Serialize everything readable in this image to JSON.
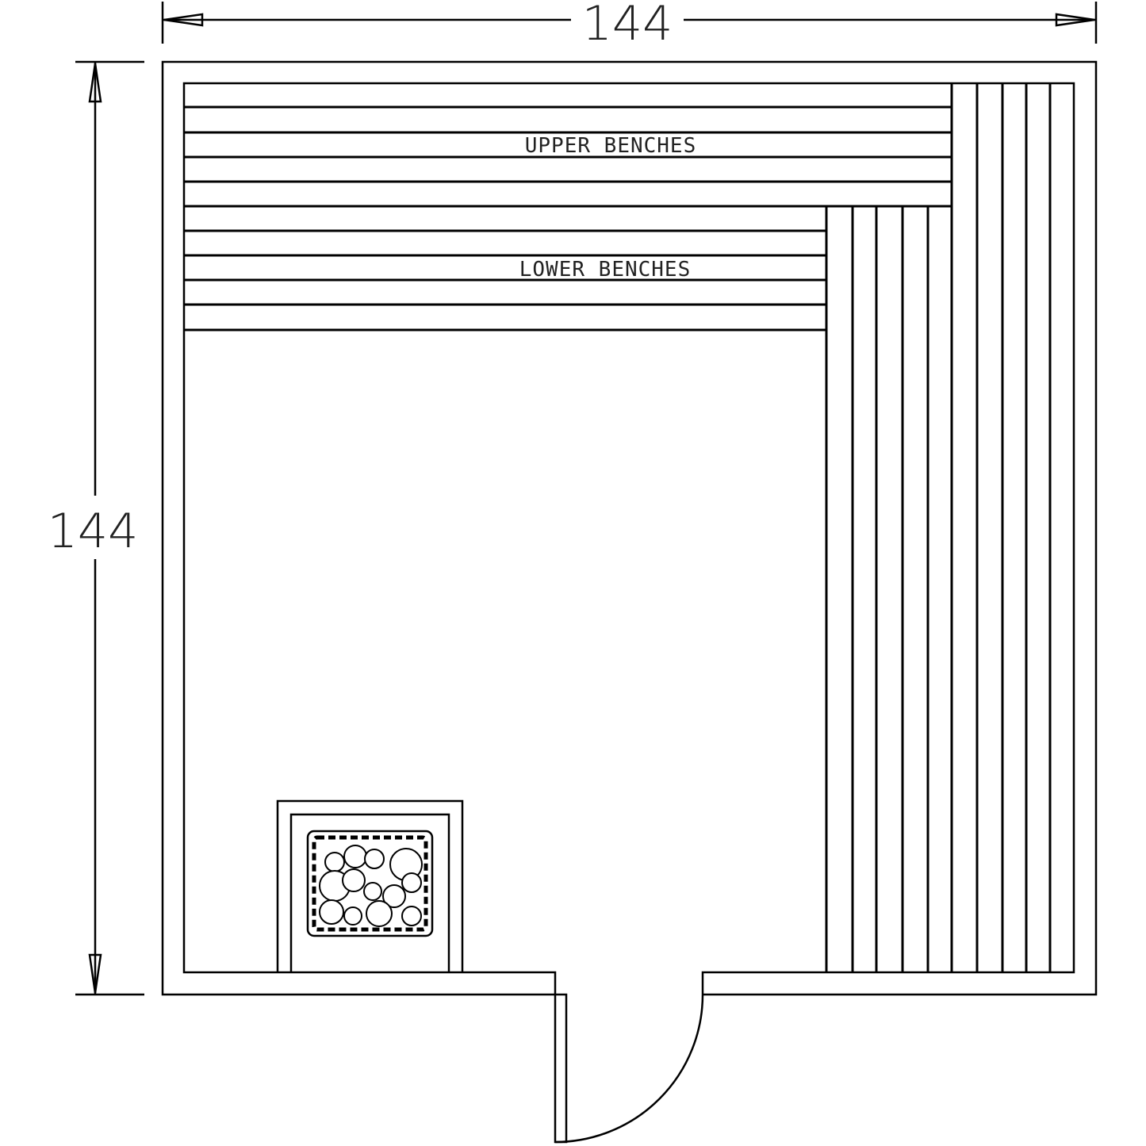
{
  "dimensions": {
    "width_label": "144",
    "height_label": "144"
  },
  "labels": {
    "upper": "UPPER BENCHES",
    "lower": "LOWER BENCHES"
  },
  "colors": {
    "line": "#000000",
    "background": "#ffffff"
  }
}
